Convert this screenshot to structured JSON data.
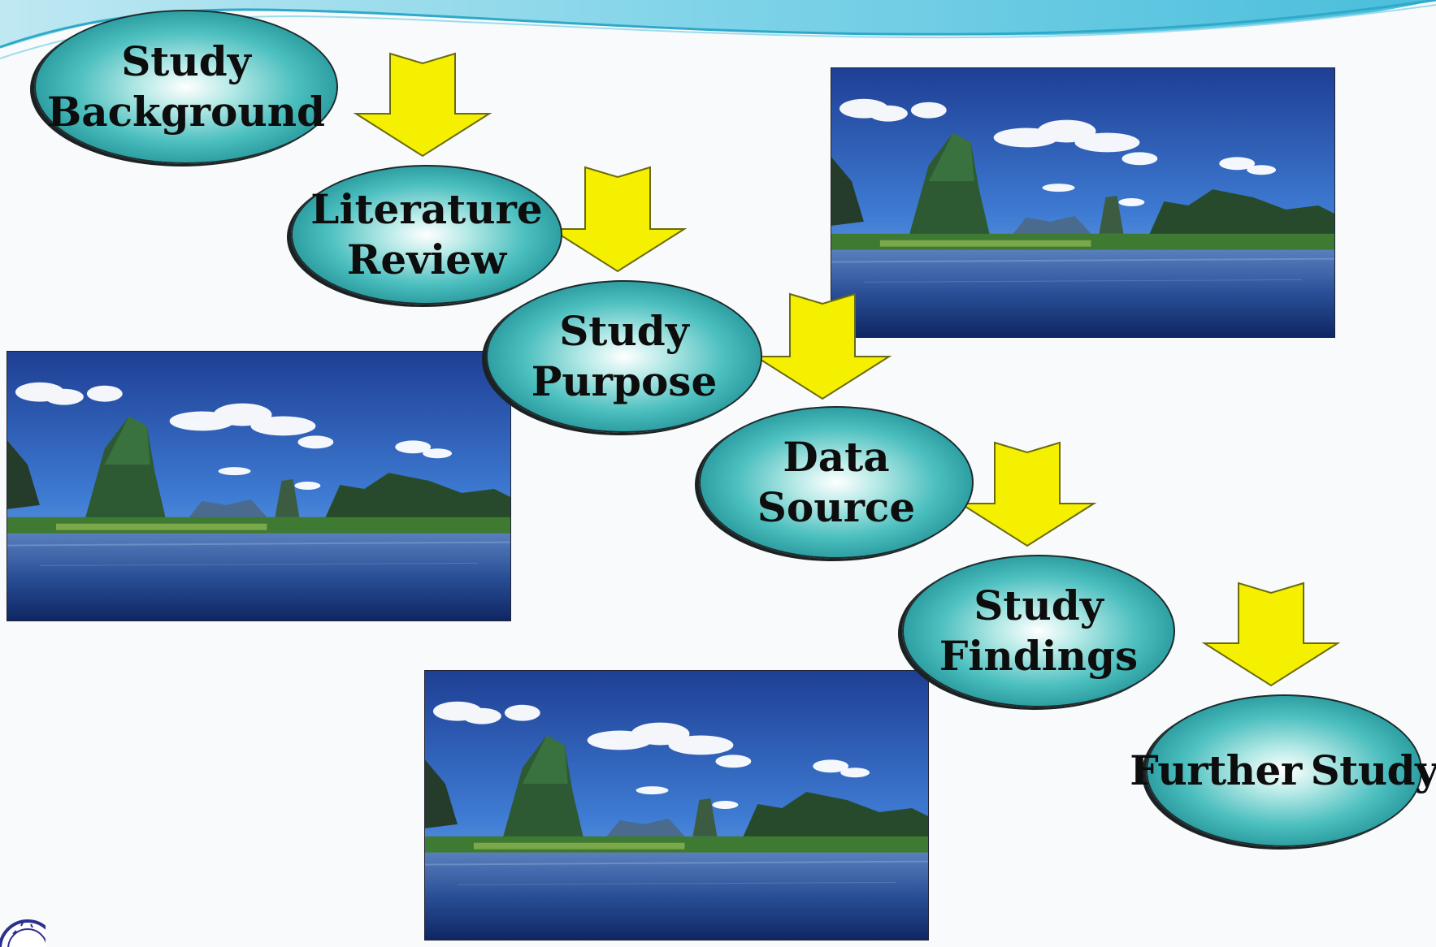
{
  "diagram": {
    "nodes": [
      {
        "id": "study-background",
        "label": "Study\nBackground"
      },
      {
        "id": "literature-review",
        "label": "Literature\nReview"
      },
      {
        "id": "study-purpose",
        "label": "Study\nPurpose"
      },
      {
        "id": "data-source",
        "label": "Data\nSource"
      },
      {
        "id": "study-findings",
        "label": "Study\nFindings"
      },
      {
        "id": "further-study",
        "label": "Further Study"
      }
    ],
    "edges": [
      {
        "from": "study-background",
        "to": "literature-review"
      },
      {
        "from": "literature-review",
        "to": "study-purpose"
      },
      {
        "from": "study-purpose",
        "to": "data-source"
      },
      {
        "from": "data-source",
        "to": "study-findings"
      },
      {
        "from": "study-findings",
        "to": "further-study"
      }
    ],
    "photos": [
      {
        "id": "karst-river-photo-right",
        "subject": "karst mountains by a river"
      },
      {
        "id": "karst-river-photo-left",
        "subject": "karst mountains by a river"
      },
      {
        "id": "karst-river-photo-bottom",
        "subject": "karst mountains by a river"
      }
    ],
    "logo": {
      "name": "university-seal-logo"
    }
  },
  "colors": {
    "node_fill": "#2aa3a8",
    "arrow_fill": "#f4f000",
    "arrow_stroke": "#6b6a10",
    "wave": "#4cc3dd",
    "background": "#f8fafb"
  }
}
